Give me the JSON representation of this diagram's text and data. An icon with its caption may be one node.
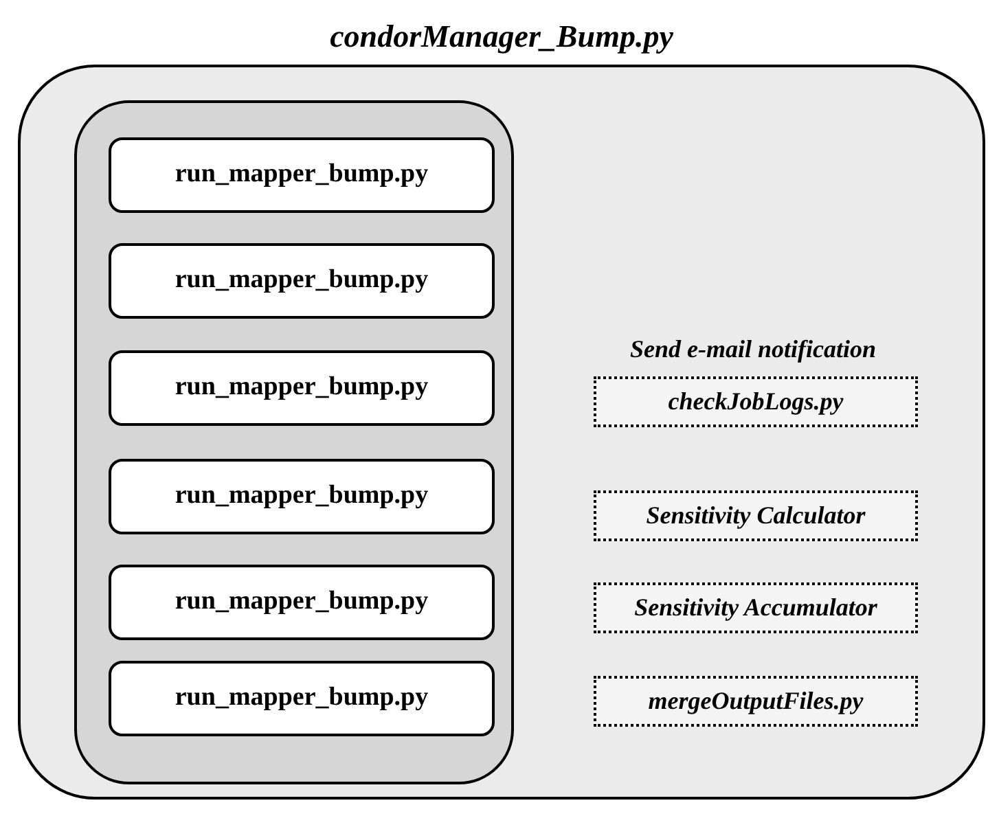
{
  "diagram": {
    "title": "condorManager_Bump.py",
    "nodes": [
      {
        "text": [],
        "shape": "box"
      },
      {
        "text": [],
        "shape": "box",
        "in": 0
      },
      {
        "text": [
          "run_mapper_bump.py"
        ],
        "in": 1
      },
      {
        "text": [
          "run_mapper_bump.py"
        ],
        "in": 1
      },
      {
        "text": [
          "run_mapper_bump.py"
        ],
        "in": 1
      },
      {
        "text": [
          "run_mapper_bump.py"
        ],
        "in": 1
      },
      {
        "text": [
          "run_mapper_bump.py"
        ],
        "in": 1
      },
      {
        "text": [
          "run_mapper_bump.py"
        ],
        "in": 1
      },
      {
        "text": [
          "checkJobLogs.py"
        ],
        "in": 0
      },
      {
        "text": [
          "Sensitivity Calculator"
        ],
        "in": 0
      },
      {
        "text": [
          "Sensitivity Accumulator"
        ],
        "in": 0
      },
      {
        "text": [
          "mergeOutputFiles.py"
        ],
        "in": 0
      }
    ],
    "labels": [
      "Send e-mail notification"
    ]
  }
}
